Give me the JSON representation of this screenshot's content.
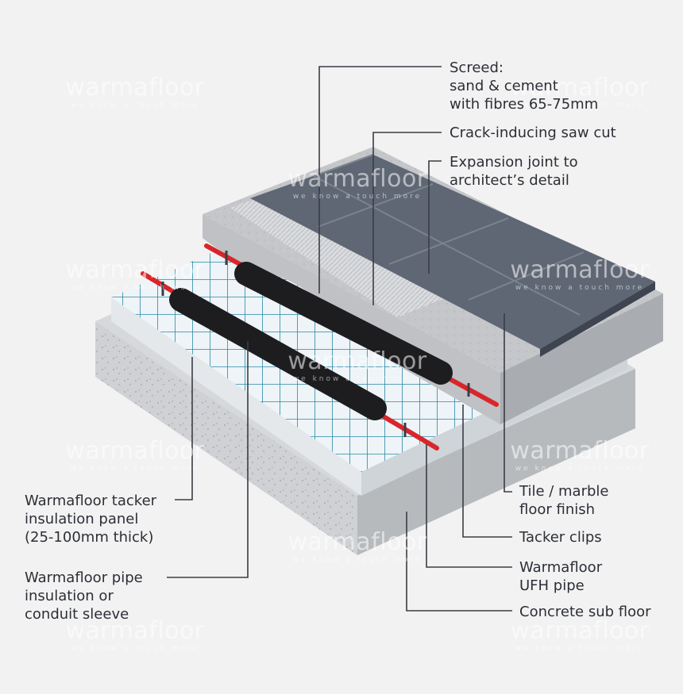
{
  "labels": {
    "screed": "Screed:\nsand & cement\nwith fibres 65-75mm",
    "saw_cut": "Crack-inducing saw cut",
    "expansion_joint": "Expansion joint to\narchitect’s detail",
    "tile_finish": "Tile / marble\nfloor finish",
    "tacker_clips": "Tacker clips",
    "ufh_pipe": "Warmafloor\nUFH pipe",
    "concrete": "Concrete sub floor",
    "tacker_panel": "Warmafloor tacker\ninsulation panel\n(25-100mm thick)",
    "pipe_insulation": "Warmafloor pipe\ninsulation or\nconduit sleeve"
  },
  "watermark": {
    "brand": "warmafloor",
    "tagline": "we know a touch more"
  },
  "colors": {
    "background": "#f2f2f2",
    "leader": "#3a3d44",
    "pipe": "#d8262b",
    "tile": "#5d6572",
    "grid": "#1f7f9c",
    "concrete": "#c9cbce"
  }
}
